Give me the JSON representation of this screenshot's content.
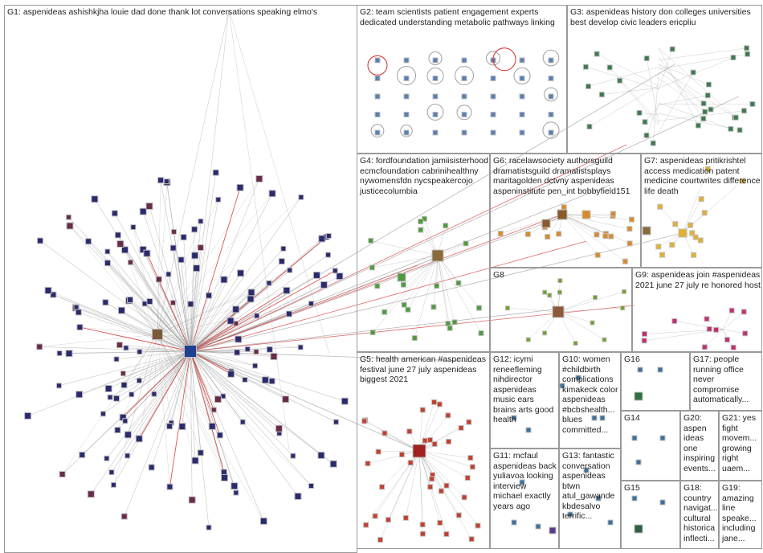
{
  "groups": [
    {
      "id": "G1",
      "label": "G1: aspenideas ashishkjha louie dad done thank lot conversations speaking elmo's"
    },
    {
      "id": "G2",
      "label": "G2: team scientists patient engagement experts dedicated understanding metabolic pathways linking"
    },
    {
      "id": "G3",
      "label": "G3: aspenideas history don colleges universities best develop civic leaders ericpliu"
    },
    {
      "id": "G4",
      "label": "G4: fordfoundation jamiisisterhood ecmcfoundation cabrinihealthny nywomensfdn nycspeakercojo justicecolumbia"
    },
    {
      "id": "G6",
      "label": "G6: racelawsociety authorsguild dramatistsguild dramatistsplays maritagolden dctvny aspenideas aspeninstitute pen_int bobbyfield151"
    },
    {
      "id": "G7",
      "label": "G7: aspenideas pritikrishtel access medication patent medicine courtwrites difference life death"
    },
    {
      "id": "G8",
      "label": "G8"
    },
    {
      "id": "G9",
      "label": "G9: aspenideas join #aspenideas 2021 june 27 july re honored host"
    },
    {
      "id": "G5",
      "label": "G5: health american #aspenideas festival june 27 july aspenideas biggest 2021"
    },
    {
      "id": "G12",
      "label": "G12: icymi reneefleming nihdirector aspenideas music ears brains arts good health"
    },
    {
      "id": "G10",
      "label": "G10: women #childbirth complications kimakeck color aspenideas #bcbshealth... blues committed..."
    },
    {
      "id": "G16",
      "label": "G16"
    },
    {
      "id": "G17",
      "label": "G17: people running office never compromise automatically..."
    },
    {
      "id": "G14",
      "label": "G14"
    },
    {
      "id": "G20",
      "label": "G20: aspen ideas one inspiring events..."
    },
    {
      "id": "G21",
      "label": "G21: yes fight movem... growing right uaem..."
    },
    {
      "id": "G11",
      "label": "G11: mcfaul aspenideas back yuliavoa looking interview michael exactly years ago"
    },
    {
      "id": "G13",
      "label": "G13: fantastic conversation aspenideas btwn atul_gawande kbdesalvo terrific..."
    },
    {
      "id": "G15",
      "label": "G15"
    },
    {
      "id": "G18",
      "label": "G18: country navigat... cultural historica inflecti..."
    },
    {
      "id": "G19",
      "label": "G19: amazing line speake... including jane..."
    }
  ],
  "colors": {
    "panel_border": "#9a9a9a",
    "edge_gray": "#9a9a9a",
    "edge_red": "#d42a2a",
    "node_fill": "#2a2a6e",
    "node_border": "#bfbfbf",
    "hub_fill": "#1f3f8f",
    "g2_node": "#5a7fb0",
    "g3_node": "#3f7a4f",
    "g4_node": "#4f9a3f",
    "g6_node": "#d98a2a",
    "g7_node": "#e0b030",
    "g8_node": "#6f9f2f",
    "g9_node": "#c0306f",
    "g5_node": "#a02020"
  },
  "icons": [
    "profile-avatar-icon",
    "self-loop-circle-icon"
  ]
}
